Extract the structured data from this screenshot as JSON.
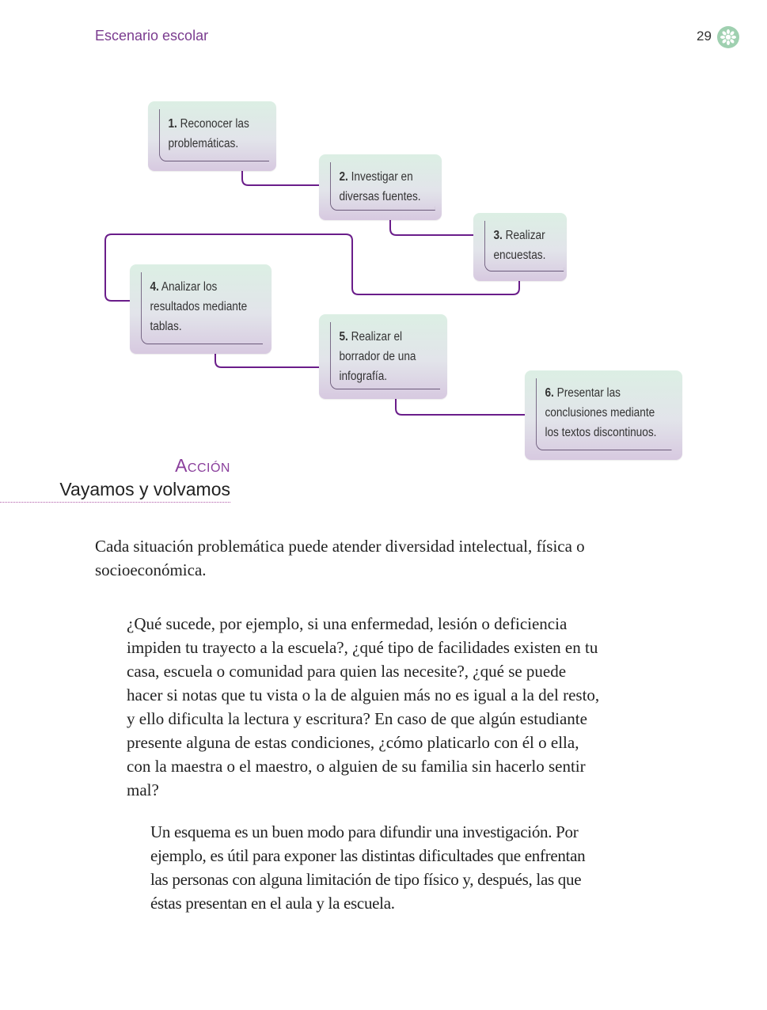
{
  "header": {
    "section_title": "Escenario escolar",
    "page_number": "29",
    "badge_icon": "gear-flower-icon",
    "badge_color": "#9fd0b0"
  },
  "flow": {
    "line_color": "#6a1d8a",
    "steps": [
      {
        "num": "1.",
        "lines": [
          "Reconocer las",
          "problemáticas."
        ]
      },
      {
        "num": "2.",
        "lines": [
          "Investigar en",
          "diversas fuentes."
        ]
      },
      {
        "num": "3.",
        "lines": [
          "Realizar",
          "encuestas."
        ]
      },
      {
        "num": "4.",
        "lines": [
          "Analizar los",
          "resultados mediante",
          "tablas."
        ]
      },
      {
        "num": "5.",
        "lines": [
          "Realizar el",
          "borrador de una",
          "infografía."
        ]
      },
      {
        "num": "6.",
        "lines": [
          "Presentar las",
          "conclusiones mediante",
          "los textos discontinuos."
        ]
      }
    ]
  },
  "section": {
    "kicker": "Acción",
    "title": "Vayamos y volvamos"
  },
  "body": {
    "p1": "Cada situación problemática puede atender diversidad intelectual, física o socioeconómica.",
    "p2": "¿Qué sucede, por ejemplo, si una enfermedad, lesión o deficiencia impiden tu trayecto a la escuela?, ¿qué tipo de facilidades existen en tu casa, escuela o comunidad para quien las necesite?, ¿qué se puede hacer si notas que tu vista o la de alguien más no es igual a la del resto, y ello dificulta la lectura y escritura? En caso de que algún estudiante presente alguna de estas condiciones, ¿cómo platicarlo con él o ella, con la maestra o el maestro, o alguien de su familia sin hacerlo sentir mal?",
    "p3": "Un esquema es un buen modo para difundir una investigación. Por ejemplo, es útil para exponer las distintas dificultades que enfrentan las personas con alguna limitación de tipo físico y, después, las que éstas presentan en el aula y la escuela."
  }
}
